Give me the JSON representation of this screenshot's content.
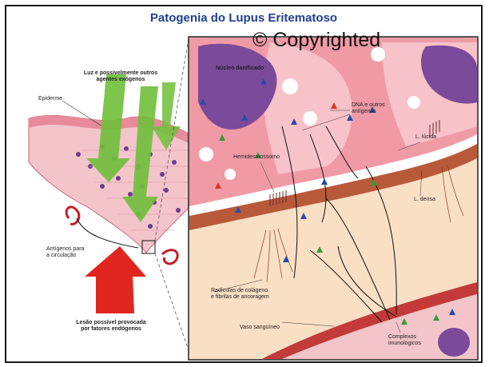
{
  "title": "Patogenia do Lupus Eritematoso",
  "watermark": "© Copyrighted",
  "labels": {
    "luz": "Luz e possivelmente outros\nagentes exógenos",
    "epiderme": "Epiderme",
    "antigenos_circ": "Antígenos para\na circulação",
    "lesao": "Lesão possível provocada\npor fatores endógenos",
    "nucleo": "Núcleo danificado",
    "dna": "DNA e outros\nantígenos",
    "hemides": "Hemidesmossomo",
    "lucida": "L. lúcida",
    "densa": "L. densa",
    "radiculas": "Radículas de colágeno\ne fibrilas de ancoragem",
    "vaso": "Vaso sangüíneo",
    "complexos": "Complexos\nimunológicos"
  },
  "colors": {
    "title": "#1f3f8f",
    "green_arrow": "#6fbf3a",
    "red_arrow": "#e0261e",
    "cells": "#f2b8c0",
    "nucleus": "#6b3d8c",
    "membrane": "#b85a3a"
  }
}
